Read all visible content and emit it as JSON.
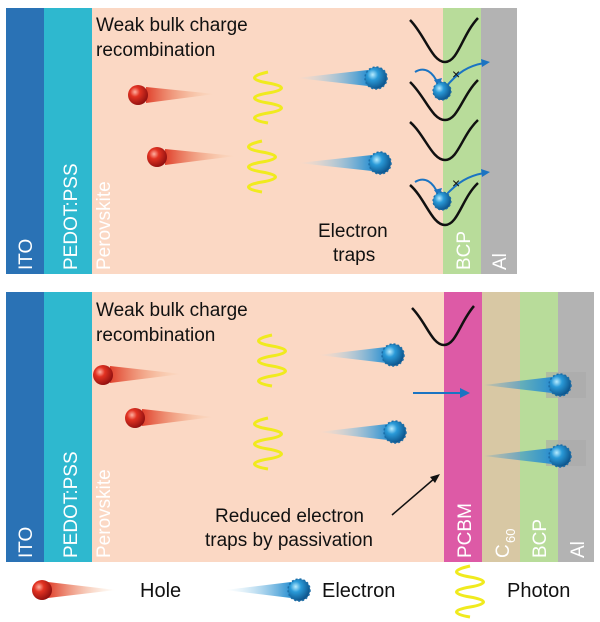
{
  "top_panel": {
    "layers": {
      "ito": "ITO",
      "pedot": "PEDOT:PSS",
      "perovskite": "Perovskite",
      "bcp": "BCP",
      "al": "Al"
    },
    "heading_line1": "Weak bulk charge",
    "heading_line2": "recombination",
    "traps_line1": "Electron",
    "traps_line2": "traps"
  },
  "bottom_panel": {
    "layers": {
      "ito": "ITO",
      "pedot": "PEDOT:PSS",
      "perovskite": "Perovskite",
      "pcbm": "PCBM",
      "c60_base": "C",
      "c60_sub": "60",
      "bcp": "BCP",
      "al": "Al"
    },
    "heading_line1": "Weak bulk charge",
    "heading_line2": "recombination",
    "reduced_line1": "Reduced electron",
    "reduced_line2": "traps by passivation"
  },
  "legend": {
    "hole": "Hole",
    "electron": "Electron",
    "photon": "Photon"
  },
  "colors": {
    "ito": "#2a72b5",
    "pedot": "#2eb8cf",
    "perovskite": "#fbd8c4",
    "bcp": "#b8dc9a",
    "al": "#b3b3b3",
    "pcbm": "#dd5aa6",
    "c60": "#d8c8a4",
    "hole": "#d92b2b",
    "electron": "#2f95d3",
    "photon": "#f0ea1e"
  }
}
